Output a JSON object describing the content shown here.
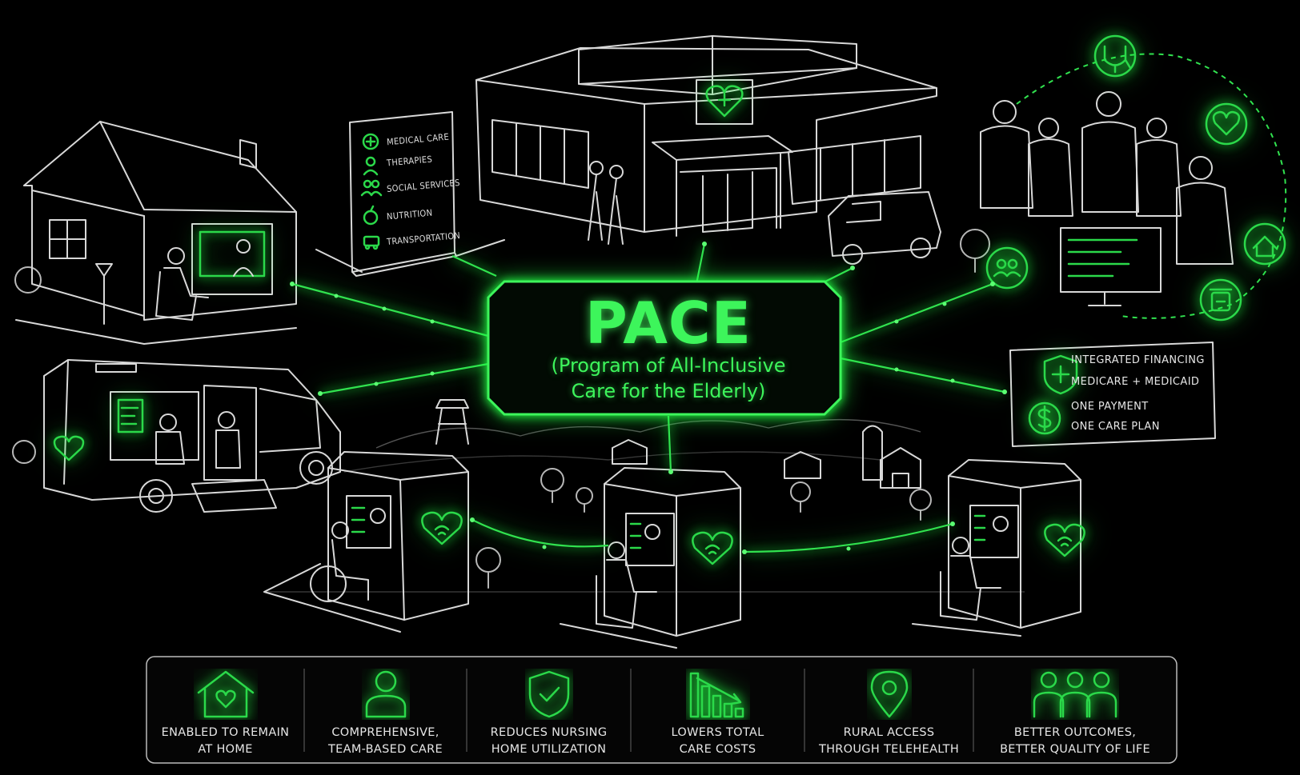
{
  "center": {
    "title": "PACE",
    "subtitle_line1": "(Program of All-Inclusive",
    "subtitle_line2": "Care for the Elderly)"
  },
  "services": [
    {
      "label": "MEDICAL CARE",
      "icon": "plus-icon"
    },
    {
      "label": "THERAPIES",
      "icon": "person-icon"
    },
    {
      "label": "SOCIAL SERVICES",
      "icon": "group-icon"
    },
    {
      "label": "NUTRITION",
      "icon": "apple-icon"
    },
    {
      "label": "TRANSPORTATION",
      "icon": "bus-icon"
    }
  ],
  "financing": {
    "line1": "INTEGRATED FINANCING",
    "line2": "MEDICARE + MEDICAID",
    "line3": "ONE PAYMENT",
    "line4": "ONE CARE PLAN"
  },
  "benefits": [
    {
      "line1": "ENABLED TO REMAIN",
      "line2": "AT HOME",
      "icon": "home-heart-icon"
    },
    {
      "line1": "COMPREHENSIVE,",
      "line2": "TEAM-BASED CARE",
      "icon": "person-icon"
    },
    {
      "line1": "REDUCES NURSING",
      "line2": "HOME UTILIZATION",
      "icon": "shield-check-icon"
    },
    {
      "line1": "LOWERS TOTAL",
      "line2": "CARE COSTS",
      "icon": "declining-bars-icon"
    },
    {
      "line1": "RURAL ACCESS",
      "line2": "THROUGH TELEHEALTH",
      "icon": "location-pin-icon"
    },
    {
      "line1": "BETTER OUTCOMES,",
      "line2": "BETTER QUALITY OF LIFE",
      "icon": "people-group-icon"
    }
  ],
  "colors": {
    "accent": "#3df55b",
    "background": "#000000",
    "line": "#d8d8d8"
  }
}
